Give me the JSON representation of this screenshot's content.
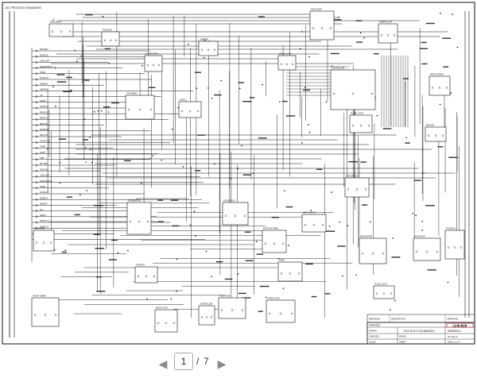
{
  "window": {
    "background": "#ffffff"
  },
  "schematic": {
    "top_left_label": "LSC PROCESS STANDARDS",
    "title_block": {
      "logo": "Link-Belt",
      "lines": [
        "PREPARED",
        "DRAWN",
        "CHECKED",
        "SCALE",
        "MODEL",
        "SHEET"
      ],
      "title": "2XX ELEC SCHEMATIC",
      "drawing_number": "STYLE-3",
      "part_number": "87895676-3",
      "sheet_info": "Sheet 1 of 7",
      "notes": [
        "REVISIONS",
        "DESCRIPTION",
        "APPROVED"
      ]
    },
    "left_bus_labels": [
      "BATTERY",
      "IGNITION",
      "CAB LIGHT",
      "WIPER/WASH",
      "HORN",
      "FLOOD LT",
      "DOME LT",
      "HEATER",
      "A/C",
      "RADIO",
      "SWING LT",
      "FRONT LT",
      "REAR LT",
      "BEACON",
      "MONITOR",
      "SEAT SW",
      "THROTTLE",
      "START",
      "STOP",
      "GND"
    ],
    "component_labels": [
      "MAIN RELAY",
      "FUSE BOX",
      "ALTERNATOR",
      "STARTER",
      "FUEL PUMP",
      "STRIPE LIGHT",
      "WORK LIGHT",
      "CONTROLLER",
      "FRONT WIPER",
      "TOP WIPER",
      "HORN",
      "FLOOD LIGHT",
      "BEACON",
      "CAB SWITCH",
      "ENGINE ECU",
      "MONITOR PANEL",
      "SEAT SWITCH",
      "REAR WIPER"
    ]
  },
  "viewer": {
    "prev_label": "◀",
    "next_label": "▶",
    "page_current": "1",
    "page_separator": "/",
    "page_total": "7"
  }
}
